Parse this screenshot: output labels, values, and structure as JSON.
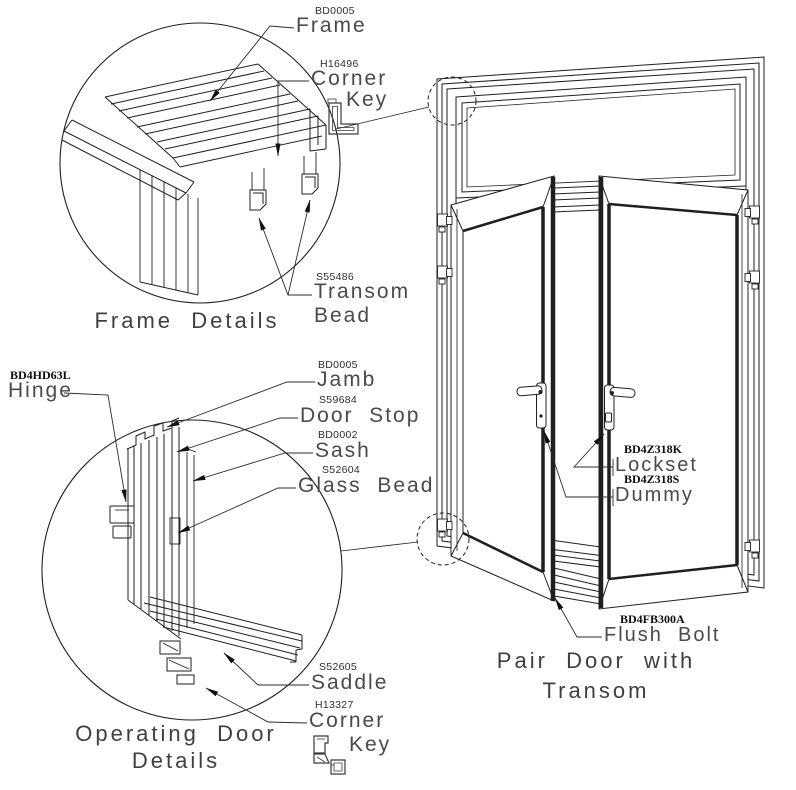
{
  "titles": {
    "frame_details": "Frame  Details",
    "operating_door_line1": "Operating  Door",
    "operating_door_line2": "Details",
    "pair_door_line1": "Pair  Door  with",
    "pair_door_line2": "Transom"
  },
  "callouts": {
    "frame": {
      "part": "BD0005",
      "label": "Frame"
    },
    "corner_key_top": {
      "part": "H16496",
      "line1": "Corner",
      "line2": "Key"
    },
    "transom_bead": {
      "part": "S55486",
      "line1": "Transom",
      "line2": "Bead"
    },
    "hinge": {
      "part": "BD4HD63L",
      "label": "Hinge"
    },
    "jamb": {
      "part": "BD0005",
      "label": "Jamb"
    },
    "door_stop": {
      "part": "S59684",
      "label": "Door  Stop"
    },
    "sash": {
      "part": "BD0002",
      "label": "Sash"
    },
    "glass_bead": {
      "part": "S52604",
      "label": "Glass  Bead"
    },
    "saddle": {
      "part": "S52605",
      "label": "Saddle"
    },
    "corner_key_bottom": {
      "part": "H13327",
      "line1": "Corner",
      "line2": "Key"
    },
    "lockset": {
      "part": "BD4Z318K",
      "label": "Lockset"
    },
    "dummy": {
      "part": "BD4Z318S",
      "label": "Dummy"
    },
    "flush_bolt": {
      "part": "BD4FB300A",
      "label": "Flush  Bolt"
    }
  },
  "colors": {
    "background": "#ffffff",
    "line": "#1f1f1f",
    "leader": "#2b2b2b",
    "label_text": "#4a4a4a",
    "part_text": "#2e2e2e",
    "part_bold_text": "#0d0d0d"
  }
}
